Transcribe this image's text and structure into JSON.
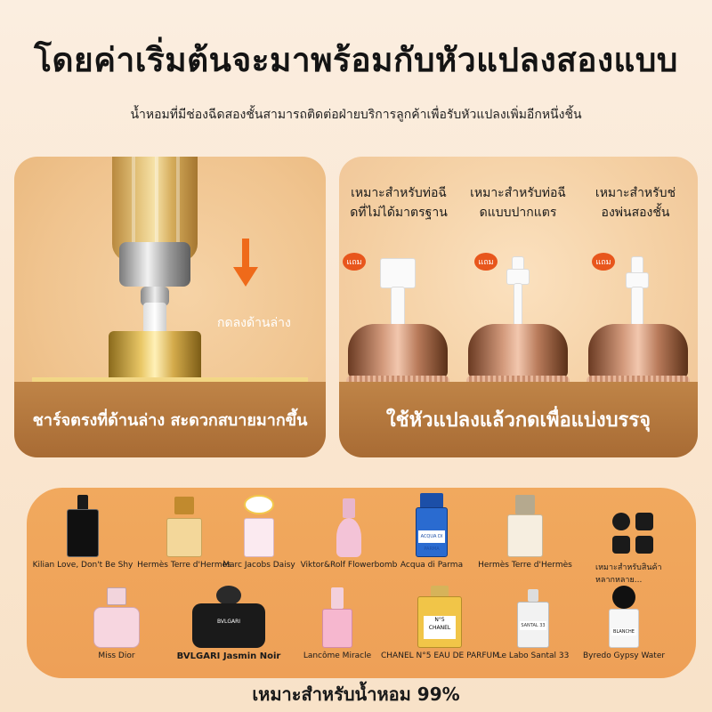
{
  "headline": "โดยค่าเริ่มต้นจะมาพร้อมกับหัวแปลงสองแบบ",
  "subline": "น้ำหอมที่มีช่องฉีดสองชั้นสามารถติดต่อฝ่ายบริการลูกค้าเพื่อรับหัวแปลงเพิ่มอีกหนึ่งชิ้น",
  "left_panel": {
    "press_label": "กดลงด้านล่าง",
    "footer": "ชาร์จตรงที่ด้านล่าง สะดวกสบายมากขึ้น"
  },
  "right_panel": {
    "adapters": [
      {
        "label_line1": "เหมาะสำหรับท่อฉี",
        "label_line2": "ดที่ไม่ได้มาตรฐาน",
        "tag": "แถม"
      },
      {
        "label_line1": "เหมาะสำหรับท่อฉี",
        "label_line2": "ดแบบปากแตร",
        "tag": "แถม"
      },
      {
        "label_line1": "เหมาะสำหรับช่",
        "label_line2": "องพ่นสองชั้น",
        "tag": "แถม"
      }
    ],
    "footer": "ใช้หัวแปลงแล้วกดเพื่อแบ่งบรรจุ"
  },
  "perfumes_row1": [
    {
      "name": "Kilian Love, Don't Be Shy"
    },
    {
      "name": "Hermès Terre d'Hermès"
    },
    {
      "name": "Marc Jacobs Daisy"
    },
    {
      "name": "Viktor&Rolf Flowerbomb"
    },
    {
      "name": "Acqua di Parma"
    },
    {
      "name": "Hermès Terre d'Hermès"
    },
    {
      "name": "เหมาะสำหรับสินค้าหลากหลาย..."
    }
  ],
  "perfumes_row2": [
    {
      "name": "Miss Dior"
    },
    {
      "name": "BVLGARI Jasmin Noir"
    },
    {
      "name": "Lancôme Miracle"
    },
    {
      "name": "CHANEL N°5 EAU DE PARFUM"
    },
    {
      "name": "Le Labo Santal 33"
    },
    {
      "name": "Byredo Gypsy Water"
    }
  ],
  "bottle_labels": {
    "bvlgari": "BVLGARI",
    "chanel_no": "N°5",
    "chanel": "CHANEL",
    "santal": "SANTAL 33",
    "byredo": "BLANCHE",
    "acqua": "ACQUA DI PARMA"
  },
  "footer": "เหมาะสำหรับน้ำหอม 99%",
  "colors": {
    "accent_orange": "#ef6a1a",
    "panel_footer": "#a86b34",
    "band": "#f1a95e"
  }
}
